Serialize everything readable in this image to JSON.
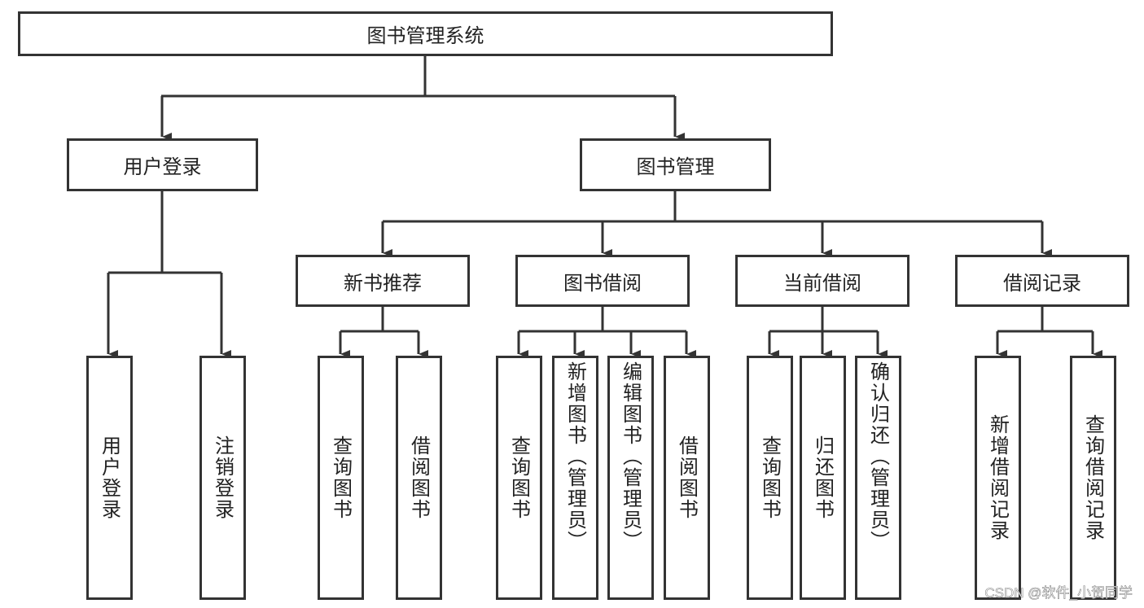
{
  "root": "图书管理系统",
  "level1": [
    "用户登录",
    "图书管理"
  ],
  "level2": [
    "新书推荐",
    "图书借阅",
    "当前借阅",
    "借阅记录"
  ],
  "leaves": {
    "user_login": [
      "用户登录",
      "注销登录"
    ],
    "new_books": [
      "查询图书",
      "借阅图书"
    ],
    "borrow": [
      "查询图书",
      "新增图书（管理员）",
      "编辑图书（管理员）",
      "借阅图书"
    ],
    "current": [
      "查询图书",
      "归还图书",
      "确认归还（管理员）"
    ],
    "records": [
      "新增借阅记录",
      "查询借阅记录"
    ]
  },
  "watermark": "CSDN @软件_小贺同学",
  "colors": {
    "stroke": "#333333",
    "background": "#ffffff"
  }
}
